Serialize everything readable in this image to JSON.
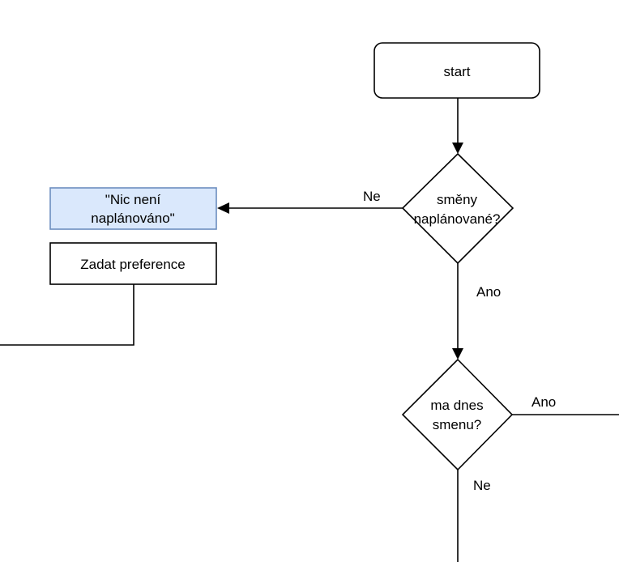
{
  "nodes": {
    "start": {
      "label": "start"
    },
    "decision_shifts": {
      "label_line1": "směny",
      "label_line2": "naplánované?"
    },
    "nothing_planned": {
      "label_line1": "\"Nic není",
      "label_line2": "naplánováno\"",
      "fill": "#dae8fc",
      "stroke": "#6c8ebf"
    },
    "enter_preferences": {
      "label": "Zadat preference"
    },
    "decision_today": {
      "label_line1": "ma dnes",
      "label_line2": "smenu?"
    }
  },
  "edges": {
    "shifts_no": {
      "label": "Ne"
    },
    "shifts_yes": {
      "label": "Ano"
    },
    "today_yes": {
      "label": "Ano"
    },
    "today_no": {
      "label": "Ne"
    }
  }
}
